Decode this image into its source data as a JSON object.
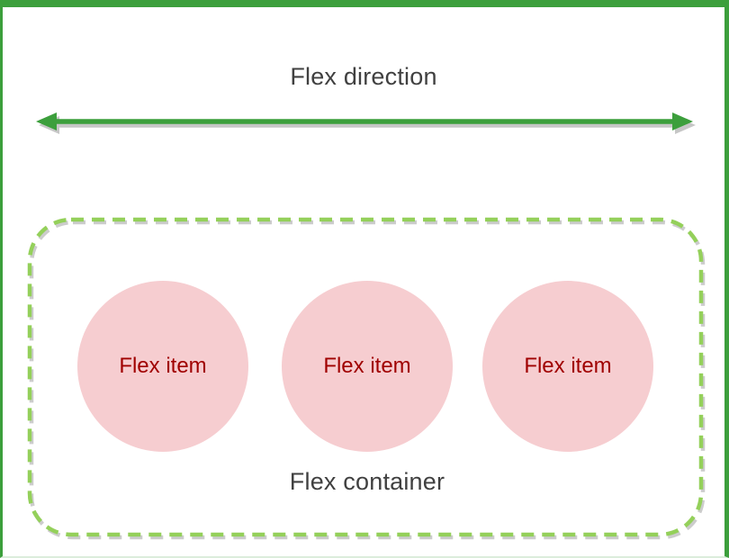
{
  "diagram": {
    "direction_label": "Flex direction",
    "container_label": "Flex container",
    "items": [
      {
        "label": "Flex item"
      },
      {
        "label": "Flex item"
      },
      {
        "label": "Flex item"
      }
    ]
  },
  "icons": {
    "arrow": "double-headed-horizontal-arrow"
  },
  "colors": {
    "frame_green": "#3C9F3C",
    "dash_green": "#94D05A",
    "item_pink": "#F6CDD0",
    "item_text_red": "#A00000",
    "label_gray": "#404040",
    "shadow_gray": "#C6C6C6",
    "frame_bottom": "#DCEDDC"
  }
}
